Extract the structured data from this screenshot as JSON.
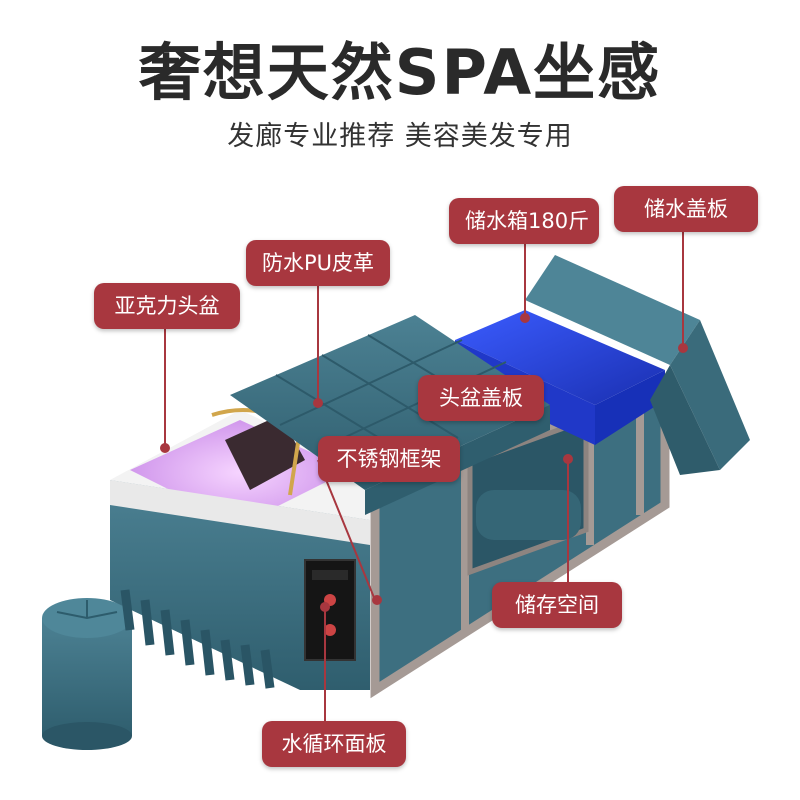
{
  "header": {
    "title": "奢想天然SPA坐感",
    "subtitle": "发廊专业推荐 美容美发专用"
  },
  "callouts": {
    "acrylic_basin": "亚克力头盆",
    "pu_leather": "防水PU皮革",
    "water_tank": "储水箱180斤",
    "tank_cover": "储水盖板",
    "basin_cover": "头盆盖板",
    "steel_frame": "不锈钢框架",
    "storage_space": "储存空间",
    "circulation_panel": "水循环面板"
  },
  "colors": {
    "tag_bg": "#a8373f",
    "leather": "#3f7283",
    "tank": "#2744d8"
  }
}
